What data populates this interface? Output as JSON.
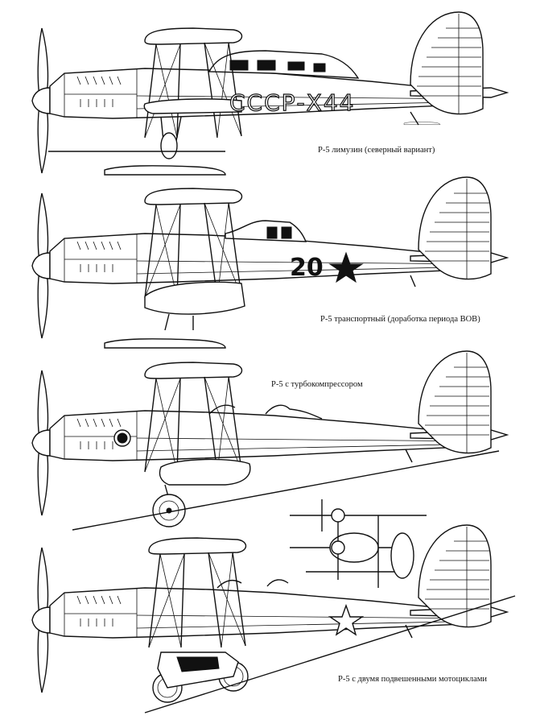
{
  "variants": [
    {
      "caption": "Р-5 лимузин (северный вариант)",
      "marking": "СССР-Х44"
    },
    {
      "caption": "Р-5 транспортный (доработка периода ВОВ)",
      "marking": "20"
    },
    {
      "caption": "Р-5 с турбокомпрессором"
    },
    {
      "caption": "Р-5 с двумя подвешенными мотоциклами"
    }
  ]
}
